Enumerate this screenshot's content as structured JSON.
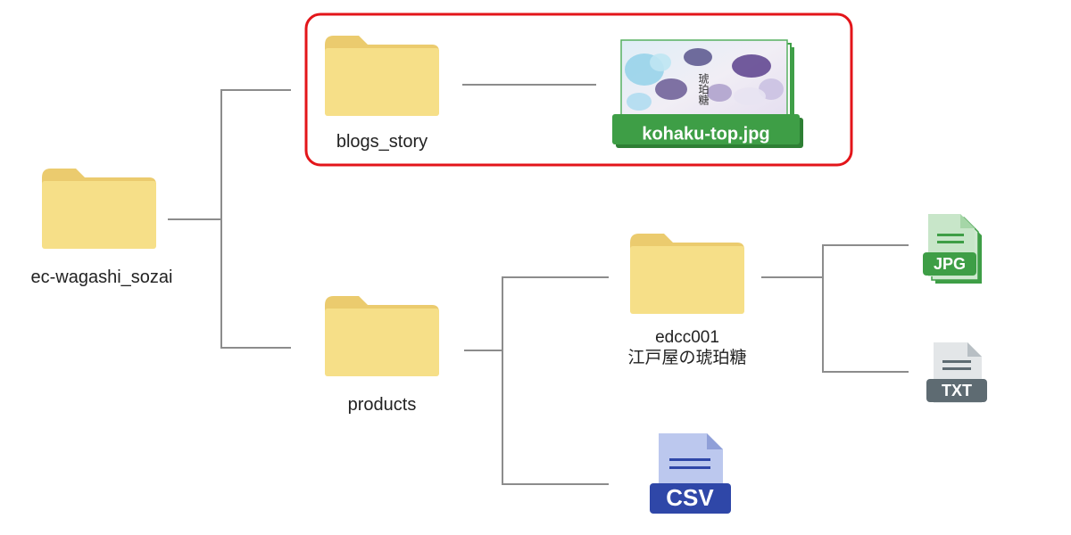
{
  "colors": {
    "folder_back": "#EBCB6E",
    "folder_front": "#F6DF88",
    "connector": "#8C8C8C",
    "highlight": "#E3151A",
    "jpg_green": "#3E9E46",
    "txt_gray": "#5E6B72",
    "csv_blue": "#2F47A8",
    "csv_sheet": "#BCC8EE"
  },
  "root": {
    "label": "ec-wagashi_sozai",
    "icon": "folder-icon"
  },
  "blogs": {
    "label": "blogs_story",
    "icon": "folder-icon",
    "file": {
      "label": "kohaku-top.jpg",
      "thumb_text": "琥珀糖"
    }
  },
  "products": {
    "label": "products",
    "icon": "folder-icon",
    "subfolder": {
      "label_line1": "edcc001",
      "label_line2": "江戸屋の琥珀糖"
    },
    "csv_label": "CSV"
  },
  "edcc_files": {
    "jpg_label": "JPG",
    "txt_label": "TXT"
  }
}
